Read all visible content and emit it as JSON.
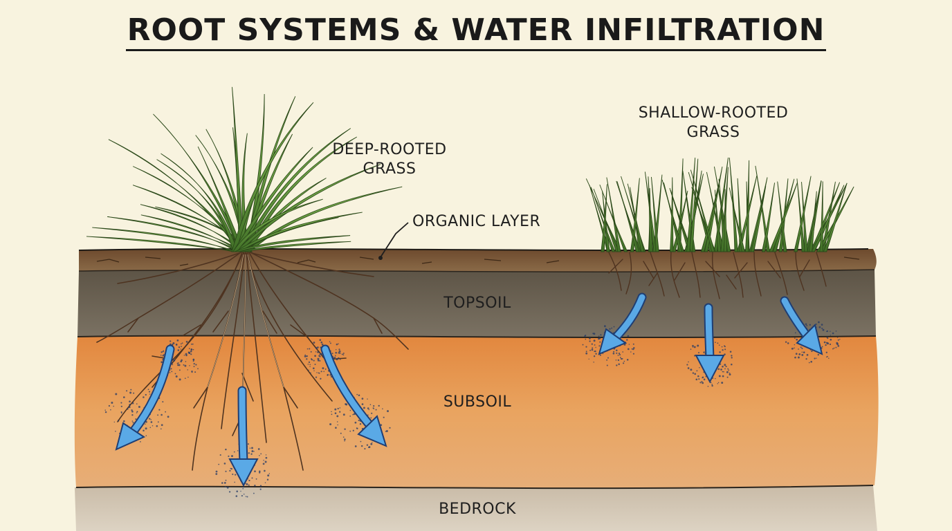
{
  "title": "ROOT SYSTEMS & WATER INFILTRATION",
  "labels": {
    "deep_rooted": [
      "DEEP-ROOTED",
      "GRASS"
    ],
    "shallow_rooted": [
      "SHALLOW-ROOTED",
      "GRASS"
    ],
    "organic_layer": "ORGANIC LAYER",
    "topsoil": "TOPSOIL",
    "subsoil": "SUBSOIL",
    "bedrock": "BEDROCK"
  },
  "colors": {
    "background": "#f8f3df",
    "organic": "#7a5637",
    "topsoil": "#6f6454",
    "subsoil": "#e49a55",
    "bedrock": "#cfc3b2",
    "grass": "#5f9a3c",
    "root": "#5a3b24",
    "water": "#5aa9e6"
  }
}
